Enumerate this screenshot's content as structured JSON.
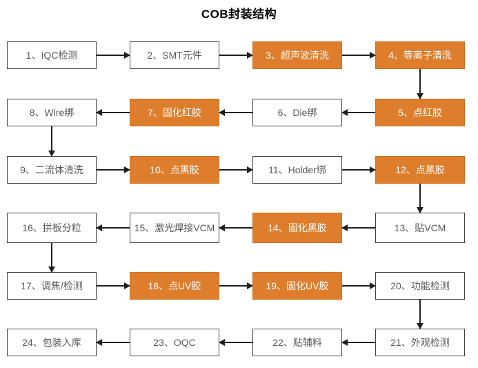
{
  "title": "COB封装结构",
  "colors": {
    "accent_orange": "#DE7E2D",
    "accent_orange_border": "#CE7023",
    "box_border": "#3F3F3F",
    "box_text": "#595959",
    "orange_box_text": "#FFFFFF",
    "arrow": "#1F1F1F",
    "title": "#000000",
    "background": "#FFFFFF"
  },
  "nodes": [
    {
      "step": 1,
      "label": "1、IQC检测",
      "style": "white"
    },
    {
      "step": 2,
      "label": "2、SMT元件",
      "style": "white"
    },
    {
      "step": 3,
      "label": "3、超声波清洗",
      "style": "orange"
    },
    {
      "step": 4,
      "label": "4、等离子清洗",
      "style": "orange"
    },
    {
      "step": 5,
      "label": "5、点红胶",
      "style": "orange"
    },
    {
      "step": 6,
      "label": "6、Die绑",
      "style": "white"
    },
    {
      "step": 7,
      "label": "7、固化红胶",
      "style": "orange"
    },
    {
      "step": 8,
      "label": "8、Wire绑",
      "style": "white"
    },
    {
      "step": 9,
      "label": "9、二流体清洗",
      "style": "white"
    },
    {
      "step": 10,
      "label": "10、点黑胶",
      "style": "orange"
    },
    {
      "step": 11,
      "label": "11、Holder绑",
      "style": "white"
    },
    {
      "step": 12,
      "label": "12、点黑胶",
      "style": "orange"
    },
    {
      "step": 13,
      "label": "13、贴VCM",
      "style": "white"
    },
    {
      "step": 14,
      "label": "14、固化黑胶",
      "style": "orange"
    },
    {
      "step": 15,
      "label": "15、激光焊接VCM",
      "style": "white"
    },
    {
      "step": 16,
      "label": "16、拼板分粒",
      "style": "white"
    },
    {
      "step": 17,
      "label": "17、调焦/检测",
      "style": "white"
    },
    {
      "step": 18,
      "label": "18、点UV胶",
      "style": "orange"
    },
    {
      "step": 19,
      "label": "19、固化UV胶",
      "style": "orange"
    },
    {
      "step": 20,
      "label": "20、功能检测",
      "style": "white"
    },
    {
      "step": 21,
      "label": "21、外观检测",
      "style": "white"
    },
    {
      "step": 22,
      "label": "22、贴辅料",
      "style": "white"
    },
    {
      "step": 23,
      "label": "23、OQC",
      "style": "white"
    },
    {
      "step": 24,
      "label": "24、包装入库",
      "style": "white"
    }
  ],
  "edges": [
    {
      "from": 1,
      "to": 2
    },
    {
      "from": 2,
      "to": 3
    },
    {
      "from": 3,
      "to": 4
    },
    {
      "from": 4,
      "to": 5
    },
    {
      "from": 5,
      "to": 6
    },
    {
      "from": 6,
      "to": 7
    },
    {
      "from": 7,
      "to": 8
    },
    {
      "from": 8,
      "to": 9
    },
    {
      "from": 9,
      "to": 10
    },
    {
      "from": 10,
      "to": 11
    },
    {
      "from": 11,
      "to": 12
    },
    {
      "from": 12,
      "to": 13
    },
    {
      "from": 13,
      "to": 14
    },
    {
      "from": 14,
      "to": 15
    },
    {
      "from": 15,
      "to": 16
    },
    {
      "from": 16,
      "to": 17
    },
    {
      "from": 17,
      "to": 18
    },
    {
      "from": 18,
      "to": 19
    },
    {
      "from": 19,
      "to": 20
    },
    {
      "from": 20,
      "to": 21
    },
    {
      "from": 21,
      "to": 22
    },
    {
      "from": 22,
      "to": 23
    },
    {
      "from": 23,
      "to": 24
    }
  ]
}
